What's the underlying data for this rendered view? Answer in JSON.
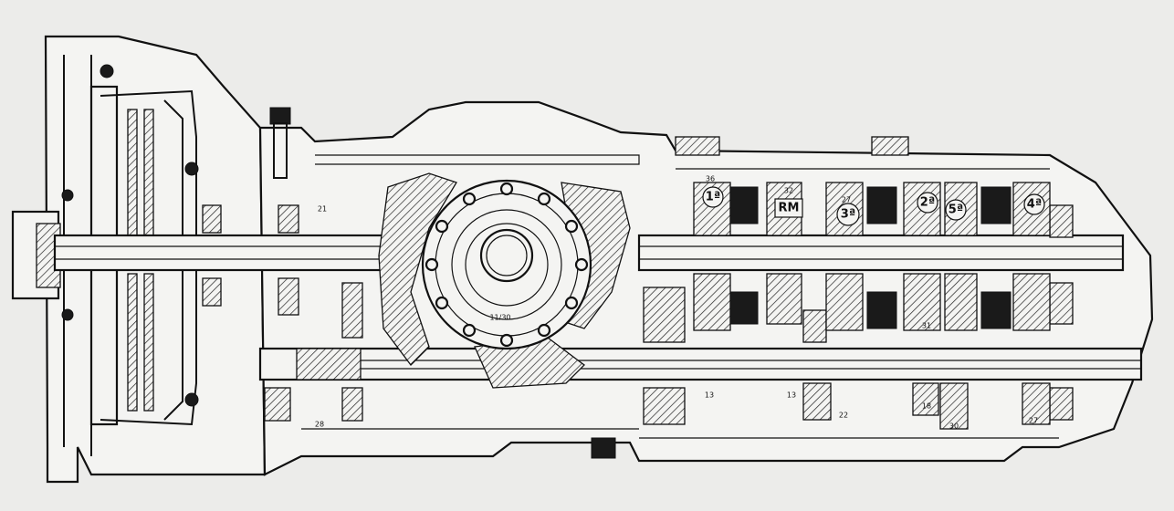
{
  "gear_labels": {
    "first": "1ª",
    "reverse": "RM",
    "third": "3ª",
    "second": "2ª",
    "fifth": "5ª",
    "fourth": "4ª"
  },
  "part_numbers": {
    "p36": "36",
    "p32": "32",
    "p27a": "27",
    "p21": "21",
    "p13a": "13",
    "p13b": "13",
    "p22": "22",
    "p18": "18",
    "p30": "30",
    "p27b": "27",
    "p31": "31",
    "p28": "28"
  },
  "ring_gear_ratio": "11/30"
}
